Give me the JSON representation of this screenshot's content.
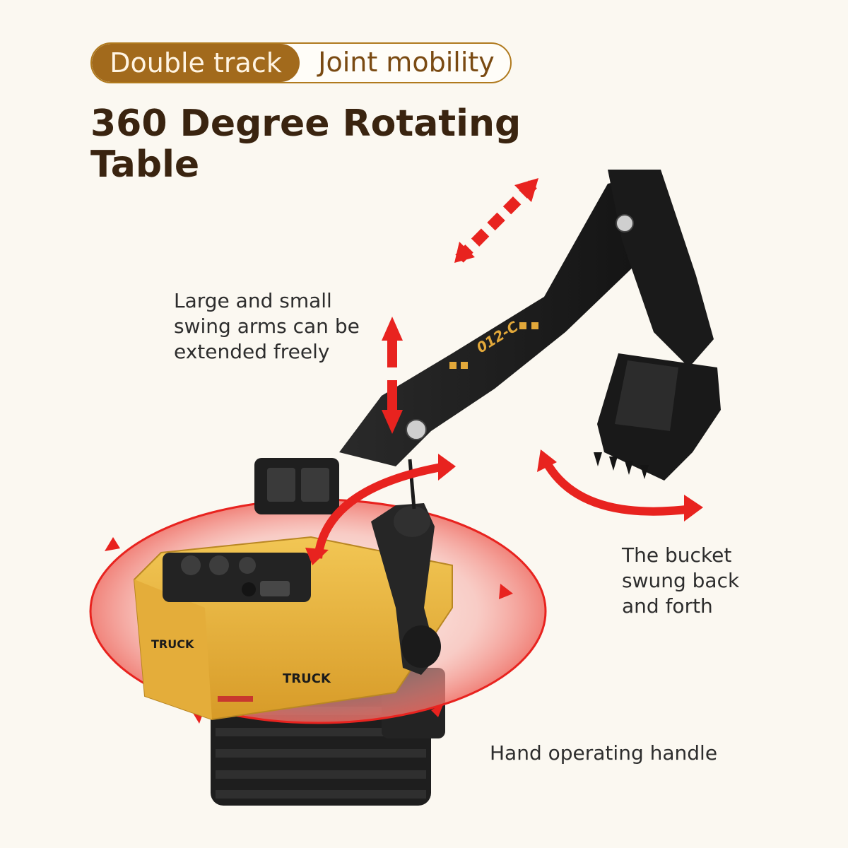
{
  "badges": {
    "left": "Double track",
    "right": "Joint mobility"
  },
  "headline": "360 Degree Rotating Table",
  "callouts": {
    "arms": "Large and small swing arms can be extended freely",
    "bucket": "The bucket swung back and forth",
    "handle": "Hand operating handle"
  },
  "product_labels": {
    "model": "012-C",
    "body_text": "TRUCK"
  },
  "colors": {
    "accent_brown": "#a26a1c",
    "arrow_red": "#e8231f",
    "body_yellow": "#e9b23a",
    "arm_black": "#1d1d1d"
  }
}
